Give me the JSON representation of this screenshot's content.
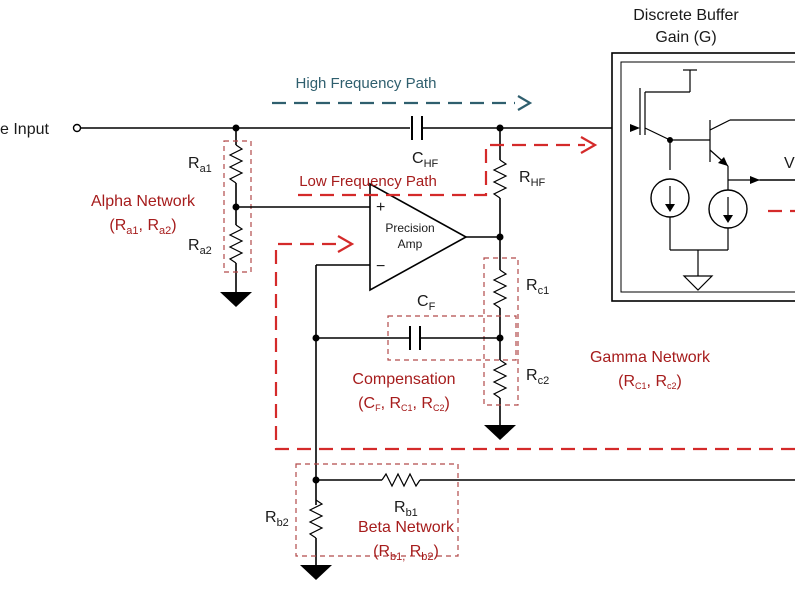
{
  "labels": {
    "input": "e Input",
    "buffer_title_1": "Discrete Buffer",
    "buffer_title_2": "Gain (G)",
    "high_freq_path": "High Frequency Path",
    "low_freq_path": "Low Frequency Path",
    "chf": "C",
    "chf_sub": "HF",
    "rhf": "R",
    "rhf_sub": "HF",
    "ra1": "R",
    "ra1_sub": "a1",
    "ra2": "R",
    "ra2_sub": "a2",
    "alpha_title": "Alpha Network",
    "alpha_paren_open": "(R",
    "alpha_sub1": "a1",
    "alpha_mid": ", R",
    "alpha_sub2": "a2",
    "alpha_close": ")",
    "opamp_line1": "Precision",
    "opamp_line2": "Amp",
    "plus": "+",
    "minus": "−",
    "rc1": "R",
    "rc1_sub": "c1",
    "rc2": "R",
    "rc2_sub": "c2",
    "cf": "C",
    "cf_sub": "F",
    "comp_title": "Compensation",
    "comp_open": "(C",
    "comp_sub1": "F",
    "comp_mid1": ", R",
    "comp_sub2": "C1",
    "comp_mid2": ", R",
    "comp_sub3": "C2",
    "comp_close": ")",
    "gamma_title": "Gamma Network",
    "gamma_open": "(R",
    "gamma_sub1": "C1",
    "gamma_mid": ", R",
    "gamma_sub2": "c2",
    "gamma_close": ")",
    "rb1": "R",
    "rb1_sub": "b1",
    "rb2": "R",
    "rb2_sub": "b2",
    "beta_title": "Beta Network",
    "beta_open": "(R",
    "beta_sub1": "b1,",
    "beta_mid": " R",
    "beta_sub2": "b2",
    "beta_close": ")",
    "vout": "V"
  },
  "colors": {
    "network_label": "#a61c1c",
    "high_freq": "#2f5f6e",
    "low_freq_dash": "#d42a2a",
    "box_dash": "#b24a4a"
  }
}
